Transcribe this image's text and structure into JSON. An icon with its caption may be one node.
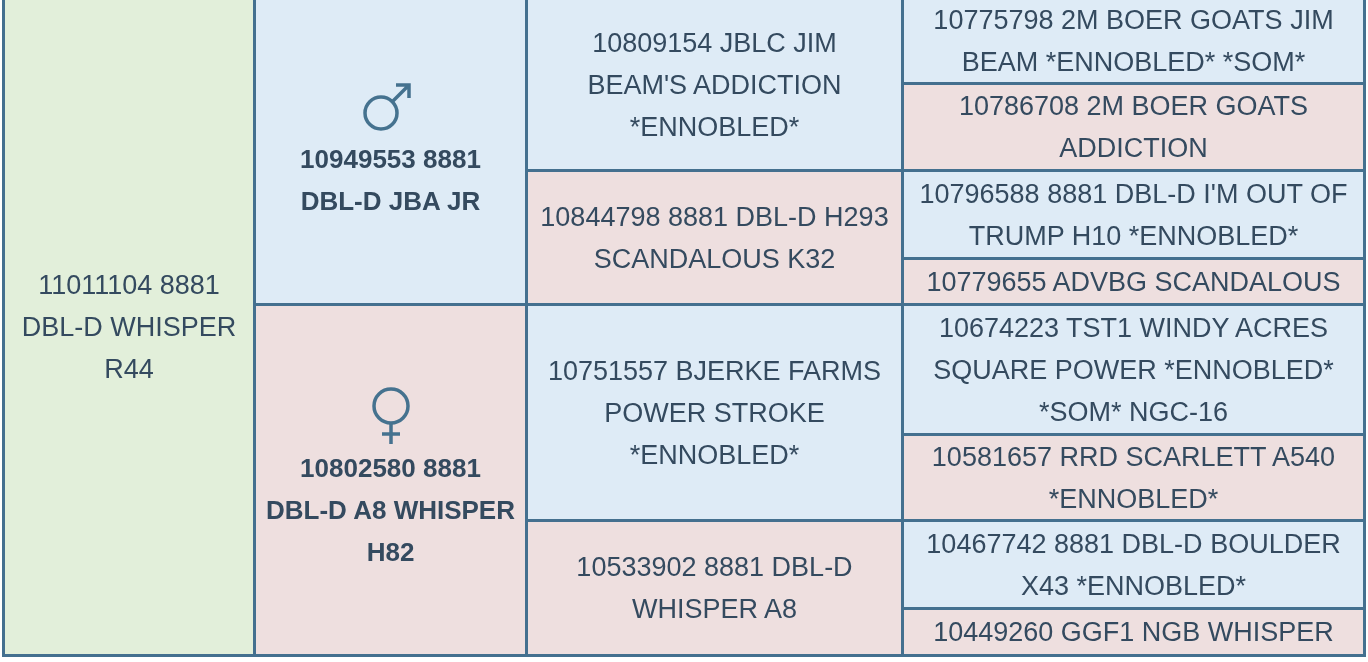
{
  "diagram": {
    "nodes": [
      {
        "text": [
          "11011104 8881 DBL-D WHISPER R44"
        ]
      },
      {
        "text": [
          "10949553 8881 DBL-D JBA JR"
        ]
      },
      {
        "text": [
          "10809154 JBLC JIM BEAM'S ADDICTION *ENNOBLED*"
        ]
      },
      {
        "text": [
          "10775798 2M BOER GOATS JIM BEAM *ENNOBLED* *SOM*"
        ]
      },
      {
        "text": [
          "10786708 2M BOER GOATS ADDICTION"
        ]
      },
      {
        "text": [
          "10844798 8881 DBL-D H293 SCANDALOUS K32"
        ]
      },
      {
        "text": [
          "10796588 8881 DBL-D I'M OUT OF TRUMP H10 *ENNOBLED*"
        ]
      },
      {
        "text": [
          "10779655 ADVBG SCANDALOUS"
        ]
      },
      {
        "text": [
          "10802580 8881 DBL-D A8 WHISPER H82"
        ]
      },
      {
        "text": [
          "10751557 BJERKE FARMS POWER STROKE *ENNOBLED*"
        ]
      },
      {
        "text": [
          "10674223 TST1 WINDY ACRES SQUARE POWER *ENNOBLED* *SOM* NGC-16"
        ]
      },
      {
        "text": [
          "10581657 RRD SCARLETT A540 *ENNOBLED*"
        ]
      },
      {
        "text": [
          "10533902 8881 DBL-D WHISPER A8"
        ]
      },
      {
        "text": [
          "10467742 8881 DBL-D BOULDER X43 *ENNOBLED*"
        ]
      },
      {
        "text": [
          "10449260 GGF1 NGB WHISPER"
        ]
      }
    ]
  }
}
